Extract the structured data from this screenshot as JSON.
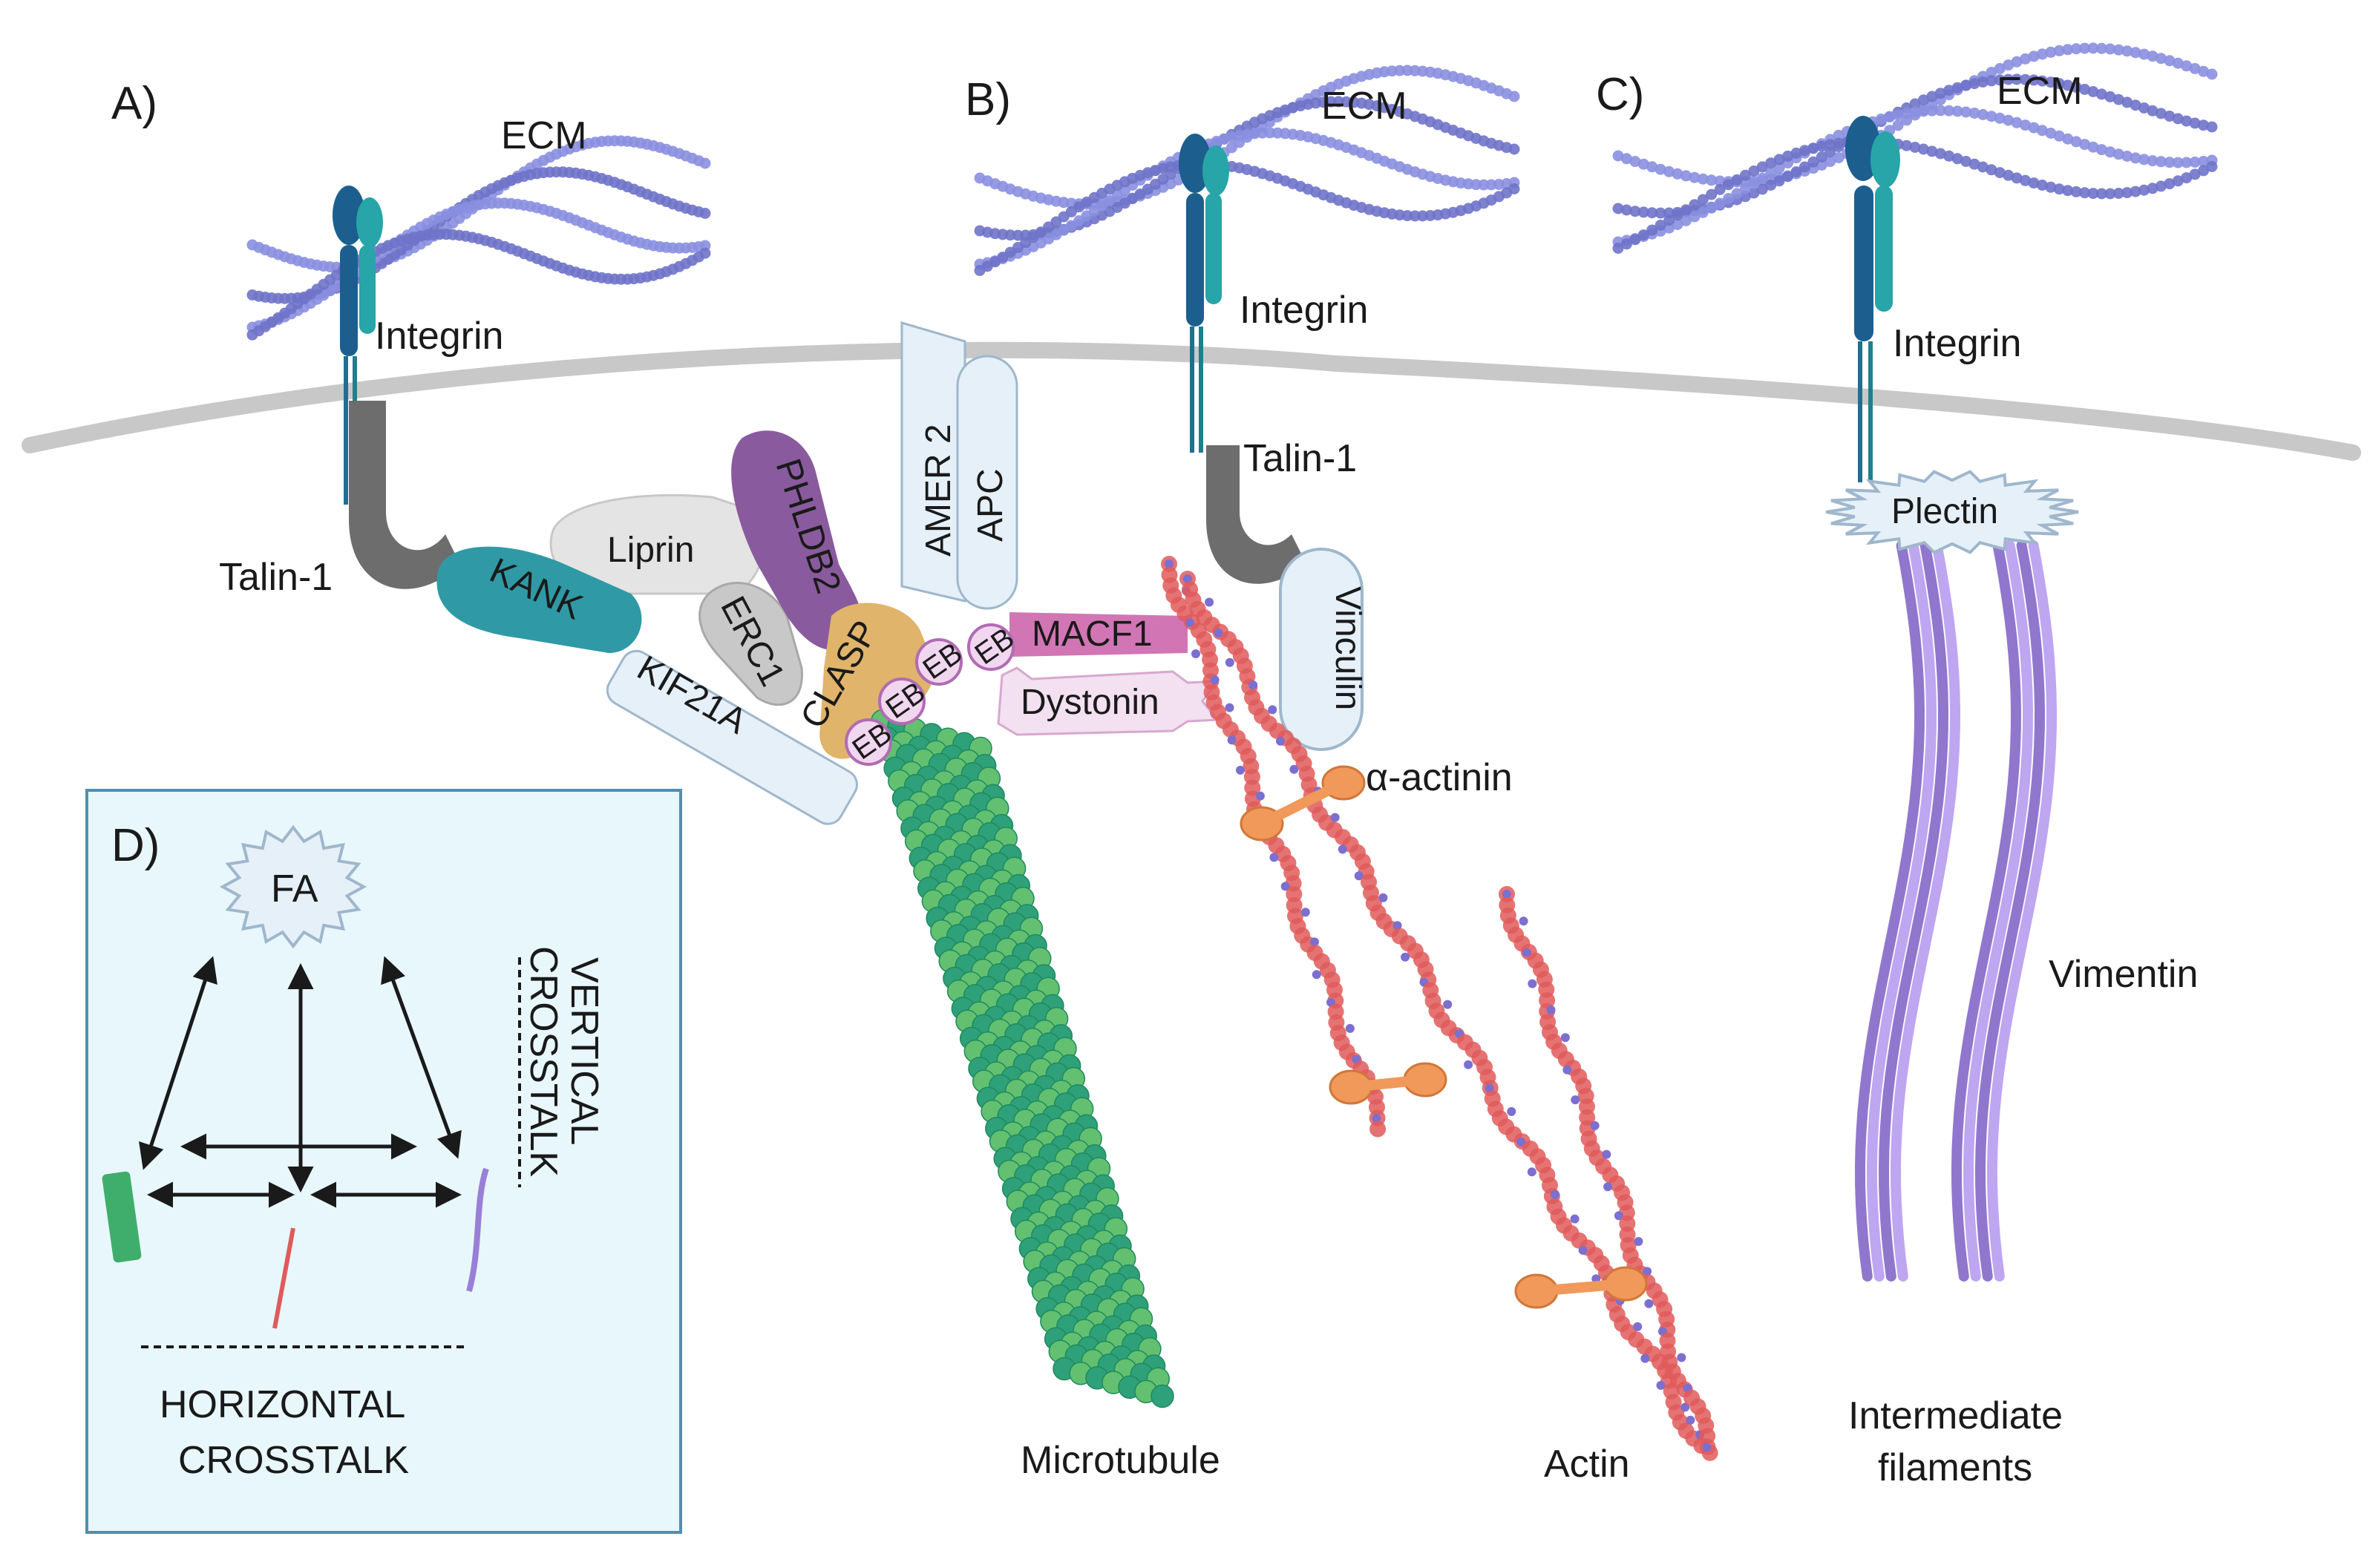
{
  "panels": {
    "a": "A)",
    "b": "B)",
    "c": "C)",
    "d": "D)"
  },
  "labels": {
    "ecm": "ECM",
    "integrin": "Integrin",
    "talin": "Talin-1",
    "kank": "KANK",
    "kif21a": "KIF21A",
    "liprin": "Liprin",
    "phldb2": "PHLDB2",
    "erc1": "ERC1",
    "clasp": "CLASP",
    "amer2": "AMER 2",
    "apc": "APC",
    "eb": "EB",
    "macf1": "MACF1",
    "dystonin": "Dystonin",
    "vinculin": "Vinculin",
    "alpha_actinin": "α-actinin",
    "plectin": "Plectin",
    "vimentin": "Vimentin",
    "microtubule": "Microtubule",
    "actin": "Actin",
    "if_line1": "Intermediate",
    "if_line2": "filaments"
  },
  "inset": {
    "fa": "FA",
    "vertical_line1": "VERTICAL",
    "vertical_line2": "CROSSTALK",
    "horizontal_line1": "HORIZONTAL",
    "horizontal_line2": "CROSSTALK"
  },
  "colors": {
    "membrane": "#c8c8c8",
    "ecm": "#6f73c9",
    "integrin": "#1f7f8e",
    "talin": "#6d6d6d",
    "kank": "#2f9aa5",
    "phldb2": "#8a5a9e",
    "clasp": "#e0b46a",
    "macf1": "#d275b5",
    "microtubule": "#3fae6d",
    "actin": "#e05a5a",
    "actinin": "#f0995a",
    "vimentin": "#9a7fd6",
    "inset_bg": "#e8f7fc"
  }
}
